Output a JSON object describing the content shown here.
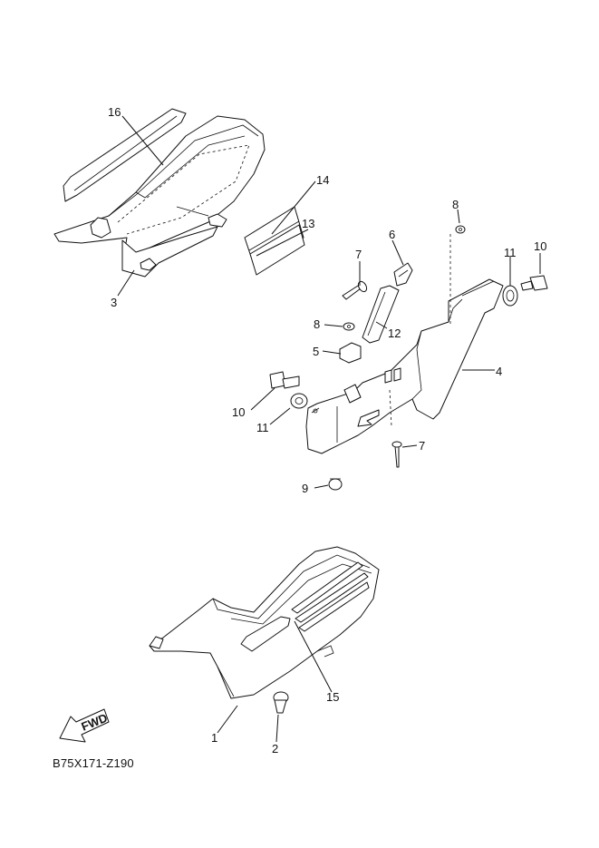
{
  "diagram_code": "B75X171-Z190",
  "fwd_label": "FWD",
  "callouts": {
    "c1": "1",
    "c2": "2",
    "c3": "3",
    "c4": "4",
    "c5": "5",
    "c6": "6",
    "c7a": "7",
    "c7b": "7",
    "c8a": "8",
    "c8b": "8",
    "c9": "9",
    "c10a": "10",
    "c10b": "10",
    "c11a": "11",
    "c11b": "11",
    "c12": "12",
    "c13": "13",
    "c14": "14",
    "c15": "15",
    "c16": "16"
  }
}
